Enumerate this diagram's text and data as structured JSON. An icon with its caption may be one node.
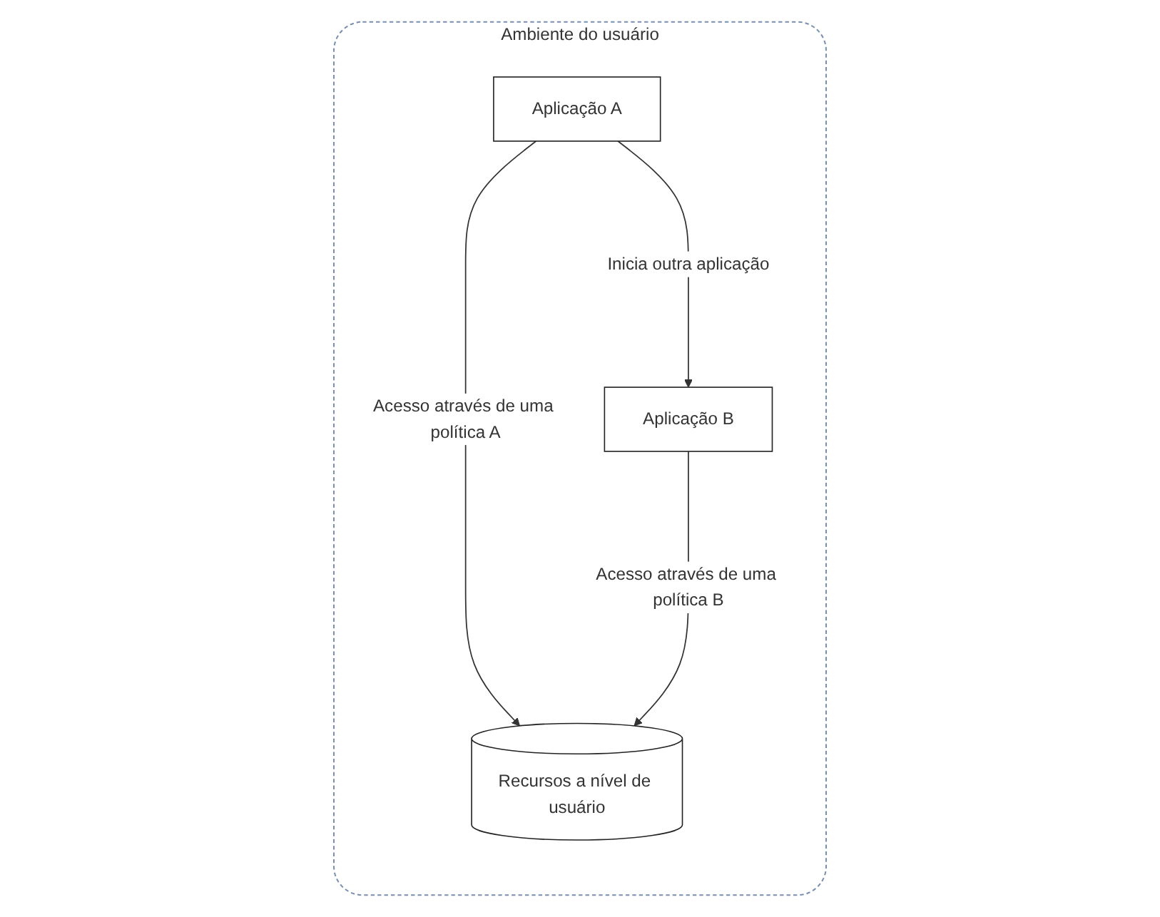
{
  "diagram": {
    "nodes": [
      {
        "text": [
          "Ambiente do usuário"
        ]
      },
      {
        "text": [
          "Aplicação A"
        ],
        "in": 0
      },
      {
        "text": [
          "Recursos a nível de usuário"
        ],
        "in": 0
      },
      {
        "text": [
          "Aplicação B"
        ],
        "in": 0
      }
    ],
    "edges": [
      {
        "from": 1,
        "to": 2,
        "arrow": "to",
        "label": "Acesso através de uma política A"
      },
      {
        "from": 1,
        "to": 3,
        "arrow": "to",
        "label": "Inicia outra aplicação"
      },
      {
        "from": 3,
        "to": 2,
        "arrow": "to",
        "label": "Acesso através de uma política B"
      }
    ]
  }
}
